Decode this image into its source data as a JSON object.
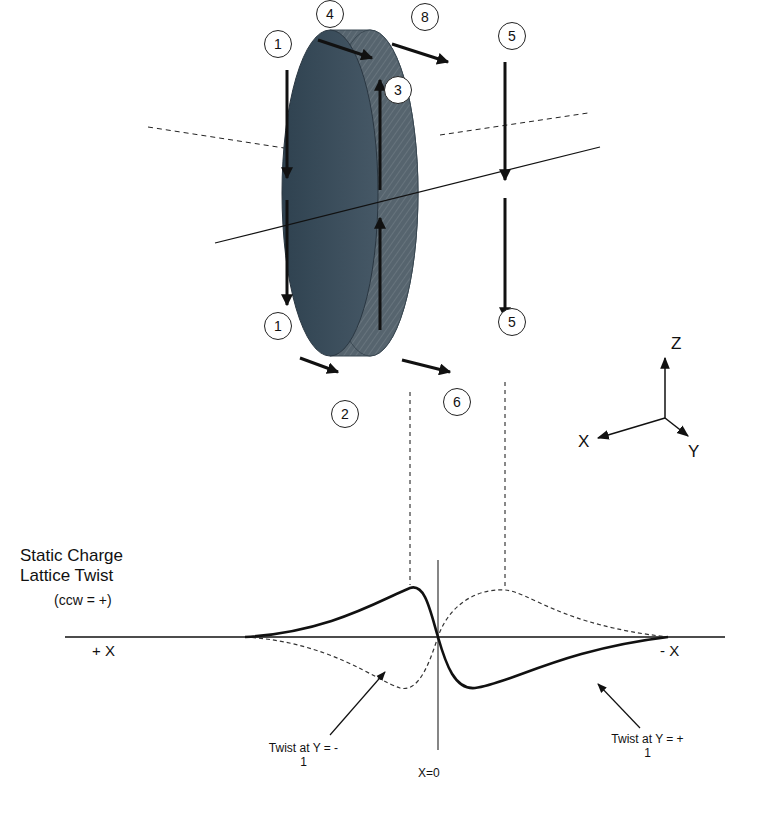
{
  "diagram": {
    "nodes": [
      {
        "text": [
          "4"
        ]
      },
      {
        "text": [
          "8"
        ]
      },
      {
        "text": [
          "5"
        ]
      },
      {
        "text": [
          "1"
        ]
      },
      {
        "text": [
          "3"
        ]
      },
      {
        "text": [
          "5"
        ]
      },
      {
        "text": [
          "1"
        ]
      },
      {
        "text": [
          "6"
        ]
      },
      {
        "text": [
          "2"
        ]
      }
    ],
    "labels": [
      "Z",
      "X",
      "Y",
      "Static Charge Lattice Twist",
      "(ccw = +)",
      "+ X",
      "- X",
      "Twist at Y = - 1",
      "X=0",
      "Twist at Y = + 1"
    ]
  }
}
